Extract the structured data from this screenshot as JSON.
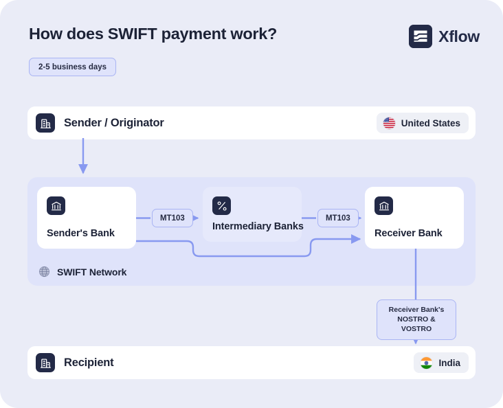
{
  "header": {
    "title": "How does SWIFT payment work?",
    "brand_name": "Xflow",
    "brand_mark_icon": "xflow-logo-icon"
  },
  "badge": {
    "duration_label": "2-5 business days"
  },
  "sender": {
    "label": "Sender / Originator",
    "icon": "office-building-icon",
    "country": "United States",
    "flag_icon": "flag-united-states-icon"
  },
  "recipient": {
    "label": "Recipient",
    "icon": "office-building-icon",
    "country": "India",
    "flag_icon": "flag-india-icon"
  },
  "swift_network": {
    "label": "SWIFT Network",
    "icon": "globe-icon",
    "nodes": [
      {
        "label": "Sender's Bank",
        "icon": "bank-icon"
      },
      {
        "label": "Intermediary Banks",
        "icon": "route-icon"
      },
      {
        "label": "Receiver Bank",
        "icon": "bank-icon"
      }
    ],
    "message_chips": [
      {
        "label": "MT103"
      },
      {
        "label": "MT103"
      }
    ]
  },
  "nostro_note": {
    "line1": "Receiver Bank's",
    "line2": "NOSTRO & VOSTRO"
  },
  "colors": {
    "page_background": "#eaecf7",
    "panel_background": "#dfe3fa",
    "card_white": "#ffffff",
    "card_lavender": "#e6e9fb",
    "accent_navy": "#232a47",
    "connector_blue": "#8899f0",
    "chip_border": "#a9b4f3",
    "chip_fill": "#dfe3fb",
    "text_dark": "#1c2236"
  }
}
